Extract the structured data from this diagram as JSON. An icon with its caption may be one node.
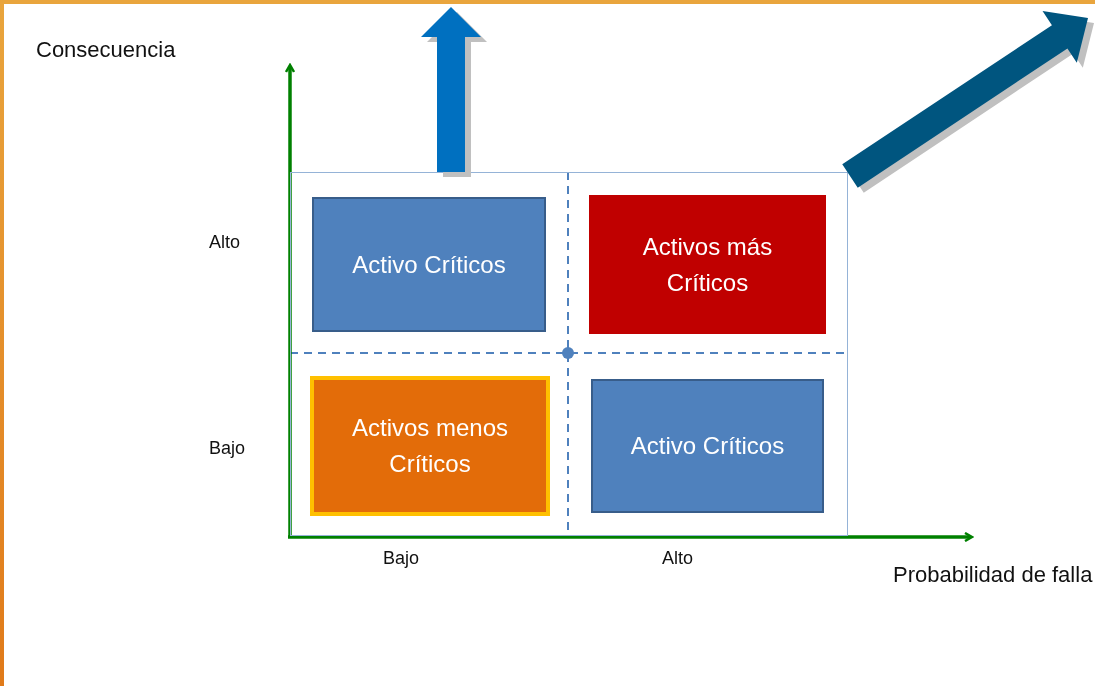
{
  "diagram": {
    "nodes": [
      {
        "text": [],
        "shape": "box"
      },
      {
        "text": [
          "Activo Críticos"
        ],
        "in": 0
      },
      {
        "text": [
          "Activos más Críticos"
        ],
        "in": 0
      },
      {
        "text": [
          "Activos menos Críticos"
        ],
        "in": 0
      },
      {
        "text": [
          "Activo Críticos"
        ],
        "in": 0
      }
    ],
    "labels": [
      "Consecuencia",
      "Alto",
      "Bajo",
      "Bajo",
      "Alto",
      "Probabilidad de falla"
    ]
  }
}
